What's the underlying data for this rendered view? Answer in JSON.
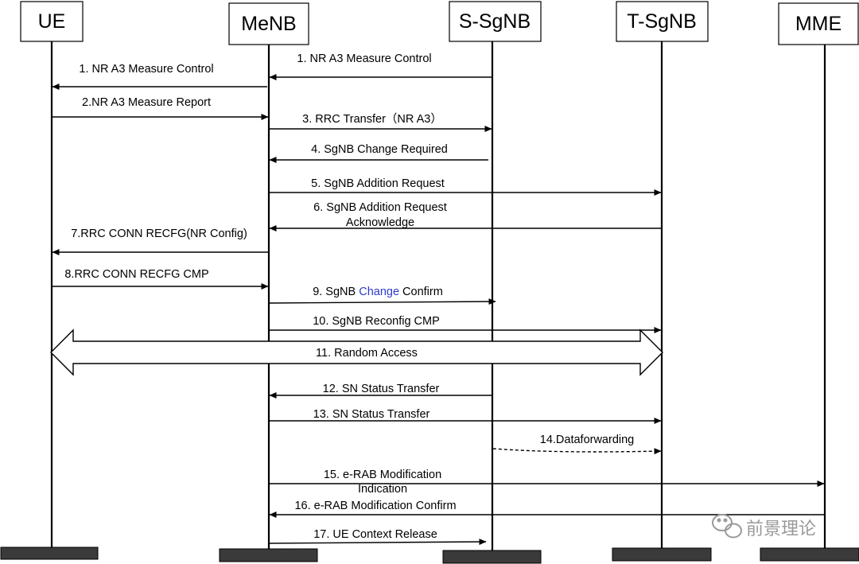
{
  "entities": [
    {
      "id": "ue",
      "label": "UE"
    },
    {
      "id": "menb",
      "label": "MeNB"
    },
    {
      "id": "s_sgnb",
      "label": "S-SgNB"
    },
    {
      "id": "t_sgnb",
      "label": "T-SgNB"
    },
    {
      "id": "mme",
      "label": "MME"
    }
  ],
  "messages": [
    {
      "id": "m1a",
      "text": "1. NR A3 Measure Control",
      "from": "s_sgnb",
      "to": "menb"
    },
    {
      "id": "m1b",
      "text": "1. NR A3 Measure Control",
      "from": "menb",
      "to": "ue"
    },
    {
      "id": "m2",
      "text": "2.NR A3 Measure Report",
      "from": "ue",
      "to": "menb"
    },
    {
      "id": "m3",
      "text": "3. RRC Transfer（NR  A3）",
      "from": "menb",
      "to": "s_sgnb"
    },
    {
      "id": "m4",
      "text": "4. SgNB Change Required",
      "from": "s_sgnb",
      "to": "menb"
    },
    {
      "id": "m5",
      "text": "5. SgNB Addition Request",
      "from": "menb",
      "to": "t_sgnb"
    },
    {
      "id": "m6",
      "text_line1": "6. SgNB Addition Request",
      "text_line2": "Acknowledge",
      "from": "t_sgnb",
      "to": "menb"
    },
    {
      "id": "m7",
      "text": "7.RRC CONN RECFG(NR Config)",
      "from": "menb",
      "to": "ue"
    },
    {
      "id": "m8",
      "text": "8.RRC CONN RECFG CMP",
      "from": "ue",
      "to": "menb"
    },
    {
      "id": "m9",
      "text_prefix": "9. SgNB ",
      "text_highlight": "Change",
      "text_suffix": " Confirm",
      "from": "menb",
      "to": "s_sgnb"
    },
    {
      "id": "m10",
      "text": "10. SgNB Reconfig CMP",
      "from": "menb",
      "to": "t_sgnb"
    },
    {
      "id": "m11",
      "text": "11. Random Access",
      "between": [
        "ue",
        "t_sgnb"
      ]
    },
    {
      "id": "m12",
      "text": "12. SN Status Transfer",
      "from": "s_sgnb",
      "to": "menb"
    },
    {
      "id": "m13",
      "text": "13. SN Status Transfer",
      "from": "menb",
      "to": "t_sgnb"
    },
    {
      "id": "m14",
      "text": "14.Dataforwarding",
      "from": "s_sgnb",
      "to": "t_sgnb",
      "style": "dashed"
    },
    {
      "id": "m15",
      "text_line1": "15. e-RAB Modification",
      "text_line2": "Indication",
      "from": "menb",
      "to": "mme"
    },
    {
      "id": "m16",
      "text": "16. e-RAB Modification Confirm",
      "from": "mme",
      "to": "menb"
    },
    {
      "id": "m17",
      "text": "17. UE Context Release",
      "from": "menb",
      "to": "s_sgnb"
    }
  ],
  "watermark": {
    "text": "前景理论",
    "icon": "wechat-icon"
  },
  "colors": {
    "highlight": "#2b3bcc",
    "bar": "#3a3a3a",
    "watermark": "#9a9a9a"
  }
}
